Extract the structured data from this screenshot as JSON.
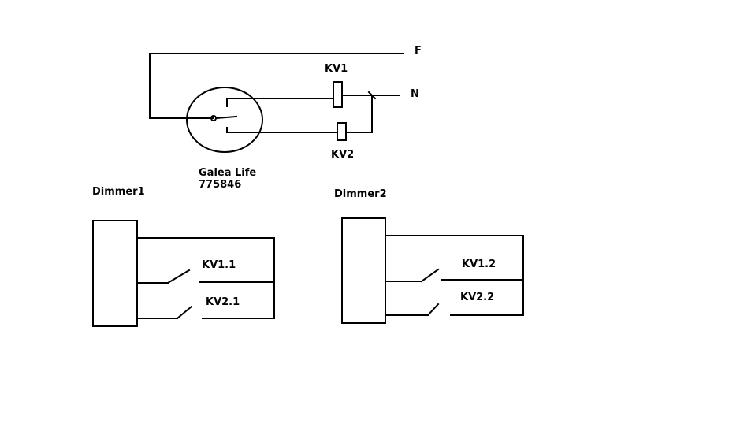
{
  "colors": {
    "background": "#ffffff",
    "line": "#000000"
  },
  "supply": {
    "phase_label": "F",
    "neutral_label": "N"
  },
  "relays": {
    "kv1_label": "KV1",
    "kv2_label": "KV2"
  },
  "switch_device": {
    "name": "Galea Life",
    "code": "775846"
  },
  "dimmer1": {
    "title": "Dimmer1",
    "contact_top_label": "KV1.1",
    "contact_bottom_label": "KV2.1"
  },
  "dimmer2": {
    "title": "Dimmer2",
    "contact_top_label": "KV1.2",
    "contact_bottom_label": "KV2.2"
  }
}
